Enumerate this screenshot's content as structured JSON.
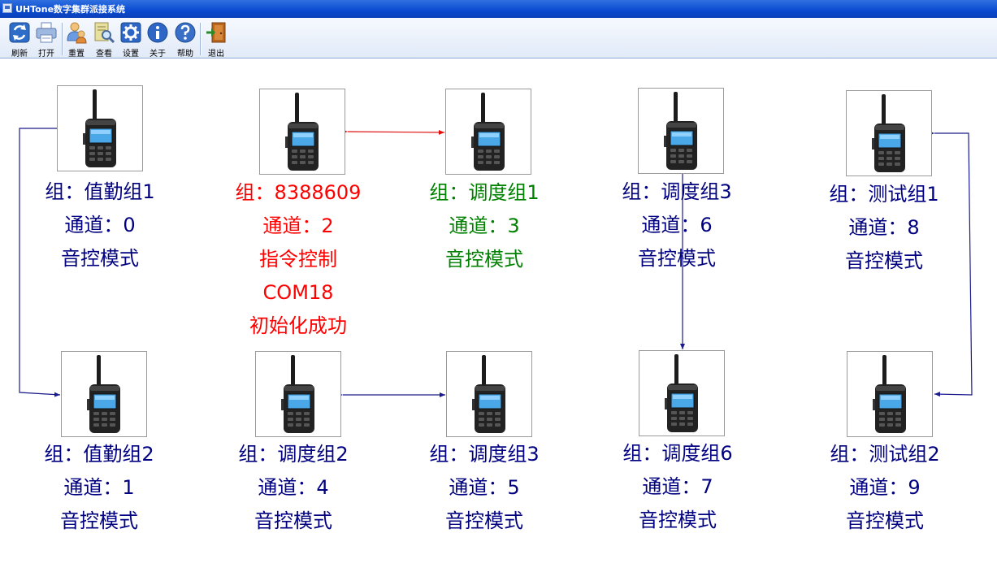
{
  "window": {
    "title": "UHTone数字集群派接系统"
  },
  "toolbar": {
    "buttons": [
      {
        "id": "refresh",
        "label": "刷新",
        "icon": "refresh-icon"
      },
      {
        "id": "open",
        "label": "打开",
        "icon": "printer-icon"
      },
      {
        "id": "reset",
        "label": "重置",
        "icon": "reset-users-icon"
      },
      {
        "id": "view",
        "label": "查看",
        "icon": "view-search-icon"
      },
      {
        "id": "settings",
        "label": "设置",
        "icon": "gear-icon"
      },
      {
        "id": "about",
        "label": "关于",
        "icon": "info-icon"
      },
      {
        "id": "help",
        "label": "帮助",
        "icon": "help-icon"
      },
      {
        "id": "exit",
        "label": "退出",
        "icon": "exit-door-icon"
      }
    ]
  },
  "colors": {
    "navy": "#000080",
    "red": "#ff0000",
    "green": "#008000",
    "link_navy": "#1a1a8c",
    "link_red": "#e01010"
  },
  "radios": [
    {
      "id": "r0",
      "group": "组：值勤组1",
      "channel": "通道：0",
      "mode": "音控模式",
      "color": "navy"
    },
    {
      "id": "r2",
      "group": "组：8388609",
      "channel": "通道：2",
      "mode": "指令控制",
      "port": "COM18",
      "status": "初始化成功",
      "color": "red"
    },
    {
      "id": "r3",
      "group": "组：调度组1",
      "channel": "通道：3",
      "mode": "音控模式",
      "color": "green"
    },
    {
      "id": "r6",
      "group": "组：调度组3",
      "channel": "通道：6",
      "mode": "音控模式",
      "color": "navy"
    },
    {
      "id": "r8",
      "group": "组：测试组1",
      "channel": "通道：8",
      "mode": "音控模式",
      "color": "navy"
    },
    {
      "id": "r1",
      "group": "组：值勤组2",
      "channel": "通道：1",
      "mode": "音控模式",
      "color": "navy"
    },
    {
      "id": "r4",
      "group": "组：调度组2",
      "channel": "通道：4",
      "mode": "音控模式",
      "color": "navy"
    },
    {
      "id": "r5",
      "group": "组：调度组3",
      "channel": "通道：5",
      "mode": "音控模式",
      "color": "navy"
    },
    {
      "id": "r7",
      "group": "组：调度组6",
      "channel": "通道：7",
      "mode": "音控模式",
      "color": "navy"
    },
    {
      "id": "r9",
      "group": "组：测试组2",
      "channel": "通道：9",
      "mode": "音控模式",
      "color": "navy"
    }
  ]
}
